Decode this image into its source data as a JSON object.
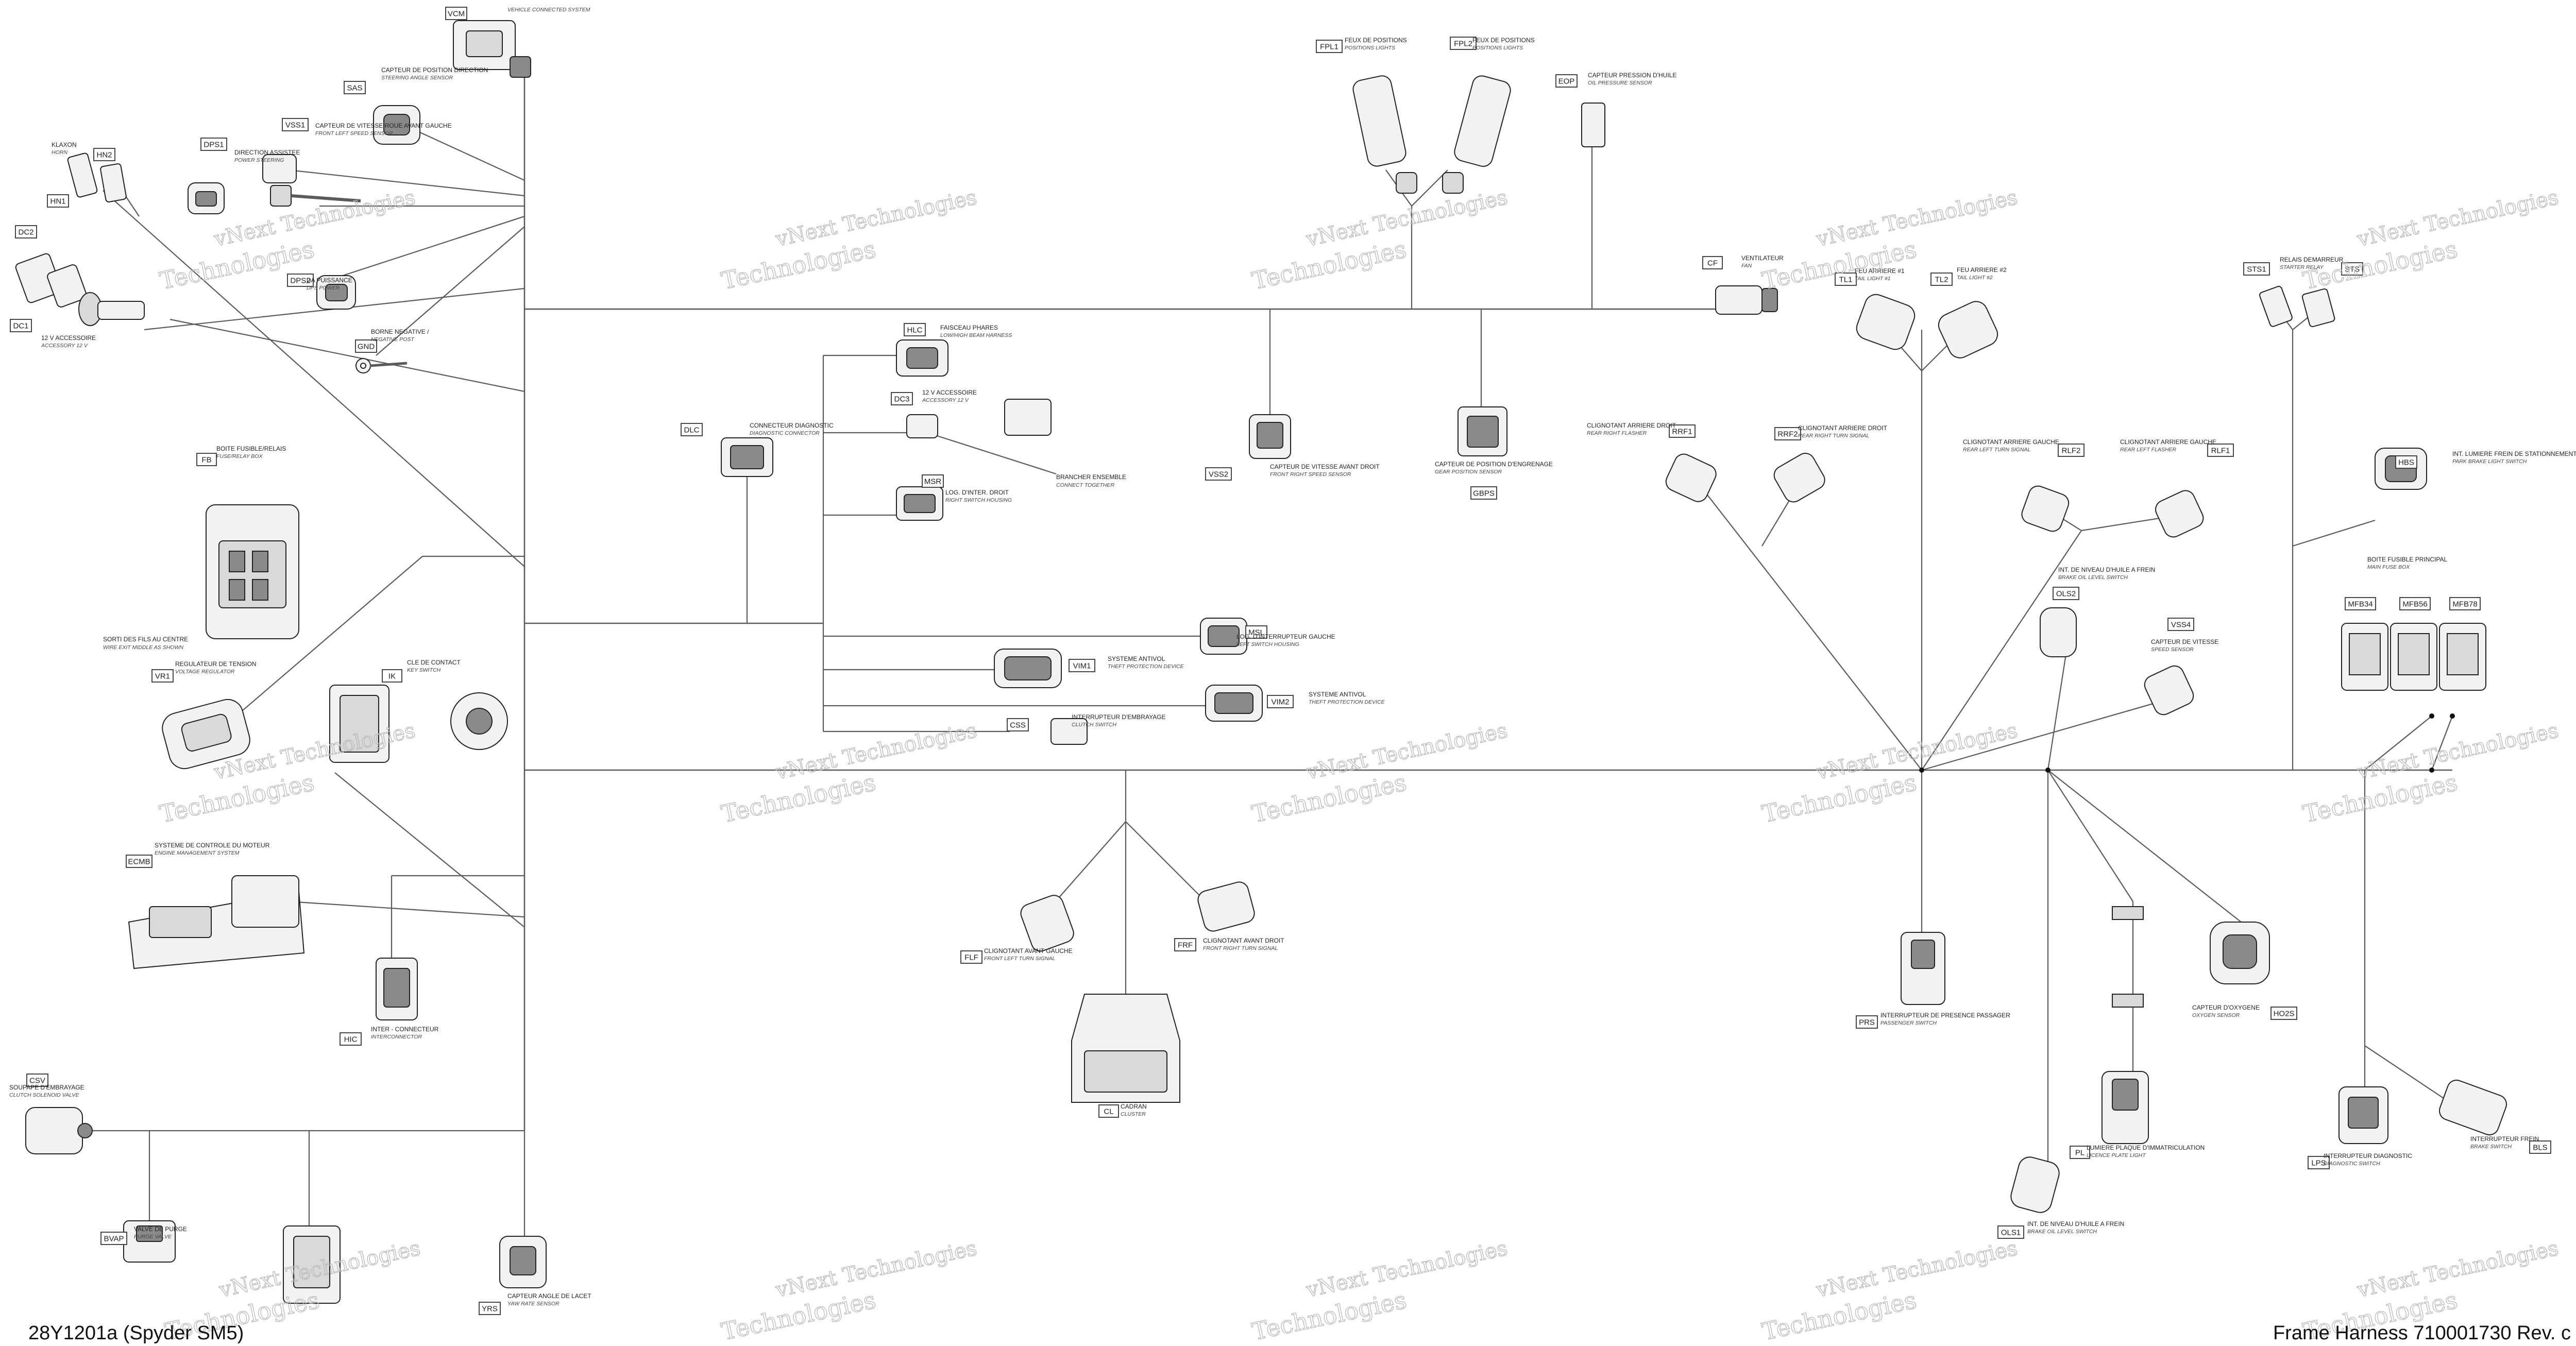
{
  "watermark": {
    "line1": "vNext Technologies",
    "line2": "Technologies"
  },
  "footer": {
    "left": "28Y1201a (Spyder SM5)",
    "right": "Frame Harness 710001730 Rev. c"
  },
  "components": [
    {
      "code": "VCM",
      "fr": "",
      "en": "VEHICLE CONNECTED SYSTEM"
    },
    {
      "code": "SAS",
      "fr": "CAPTEUR DE POSITION DIRECTION",
      "en": "STEERING ANGLE SENSOR"
    },
    {
      "code": "VSS1",
      "fr": "CAPTEUR DE VITESSE ROUE AVANT GAUCHE",
      "en": "FRONT LEFT SPEED SENSOR"
    },
    {
      "code": "DPS1",
      "fr": "DIRECTION ASSISTEE",
      "en": "POWER STEERING"
    },
    {
      "code": "DPS2",
      "fr": "DA PUISSANCE",
      "en": "DPS POWER"
    },
    {
      "code": "GND",
      "fr": "BORNE NEGATIVE /",
      "en": "NEGATIVE POST"
    },
    {
      "code": "HN1",
      "fr": "",
      "en": ""
    },
    {
      "code": "HN2",
      "fr": "KLAXON",
      "en": "HORN"
    },
    {
      "code": "DC2",
      "fr": "",
      "en": ""
    },
    {
      "code": "DC1",
      "fr": "12 V ACCESSOIRE",
      "en": "ACCESSORY 12 V"
    },
    {
      "code": "FB",
      "fr": "BOITE FUSIBLE/RELAIS",
      "en": "FUSE/RELAY BOX"
    },
    {
      "code": "VR1",
      "fr": "REGULATEUR DE TENSION",
      "en": "VOLTAGE REGULATOR"
    },
    {
      "code": "IK",
      "fr": "CLE DE CONTACT",
      "en": "KEY SWITCH"
    },
    {
      "code": "ECMB",
      "fr": "SYSTEME DE CONTROLE DU MOTEUR",
      "en": "ENGINE MANAGEMENT SYSTEM"
    },
    {
      "code": "HIC",
      "fr": "INTER - CONNECTEUR",
      "en": "INTERCONNECTOR"
    },
    {
      "code": "CSV",
      "fr": "SOUPAPE D'EMBRAYAGE",
      "en": "CLUTCH SOLENOID VALVE"
    },
    {
      "code": "BVAP",
      "fr": "VALVE DE PURGE",
      "en": "PURGE VALVE"
    },
    {
      "code": "YRS",
      "fr": "CAPTEUR ANGLE DE LACET",
      "en": "YAW RATE SENSOR"
    },
    {
      "code": "HLC",
      "fr": "FAISCEAU PHARES",
      "en": "LOW/HIGH BEAM HARNESS"
    },
    {
      "code": "DC3",
      "fr": "12 V ACCESSOIRE",
      "en": "ACCESSORY 12 V"
    },
    {
      "code": "DLC",
      "fr": "CONNECTEUR DIAGNOSTIC",
      "en": "DIAGNOSTIC CONNECTOR"
    },
    {
      "code": "MSR",
      "fr": "LOG. D'INTER. DROIT",
      "en": "RIGHT SWITCH HOUSING"
    },
    {
      "code": "MSL",
      "fr": "LOG. D'INTERRUPTEUR GAUCHE",
      "en": "LEFT SWITCH HOUSING"
    },
    {
      "code": "VIM1",
      "fr": "SYSTEME ANTIVOL",
      "en": "THEFT PROTECTION DEVICE"
    },
    {
      "code": "VIM2",
      "fr": "SYSTEME ANTIVOL",
      "en": "THEFT PROTECTION DEVICE"
    },
    {
      "code": "CSS",
      "fr": "INTERRUPTEUR D'EMBRAYAGE",
      "en": "CLUTCH SWITCH"
    },
    {
      "code": "FPL1",
      "fr": "FEUX DE POSITIONS",
      "en": "POSITIONS LIGHTS"
    },
    {
      "code": "FPL2",
      "fr": "FEUX DE POSITIONS",
      "en": "POSITIONS LIGHTS"
    },
    {
      "code": "EOP",
      "fr": "CAPTEUR PRESSION D'HUILE",
      "en": "OIL PRESSURE SENSOR"
    },
    {
      "code": "VSS2",
      "fr": "CAPTEUR DE VITESSE AVANT DROIT",
      "en": "FRONT RIGHT SPEED SENSOR"
    },
    {
      "code": "GBPS",
      "fr": "CAPTEUR DE POSITION D'ENGRENAGE",
      "en": "GEAR POSITION SENSOR"
    },
    {
      "code": "CF",
      "fr": "VENTILATEUR",
      "en": "FAN"
    },
    {
      "code": "FLF",
      "fr": "CLIGNOTANT AVANT GAUCHE",
      "en": "FRONT LEFT TURN SIGNAL"
    },
    {
      "code": "FRF",
      "fr": "CLIGNOTANT AVANT DROIT",
      "en": "FRONT RIGHT TURN SIGNAL"
    },
    {
      "code": "CL",
      "fr": "CADRAN",
      "en": "CLUSTER"
    },
    {
      "code": "TL1",
      "fr": "FEU ARRIERE #1",
      "en": "TAIL LIGHT #1"
    },
    {
      "code": "TL2",
      "fr": "FEU ARRIERE #2",
      "en": "TAIL LIGHT #2"
    },
    {
      "code": "RRF1",
      "fr": "CLIGNOTANT ARRIERE DROIT",
      "en": "REAR RIGHT FLASHER"
    },
    {
      "code": "RRF2",
      "fr": "CLIGNOTANT ARRIERE DROIT",
      "en": "REAR RIGHT TURN SIGNAL"
    },
    {
      "code": "RLF2",
      "fr": "CLIGNOTANT ARRIERE GAUCHE",
      "en": "REAR LEFT TURN SIGNAL"
    },
    {
      "code": "RLF1",
      "fr": "CLIGNOTANT ARRIERE GAUCHE",
      "en": "REAR LEFT FLASHER"
    },
    {
      "code": "OLS2",
      "fr": "INT. DE NIVEAU D'HUILE A FREIN",
      "en": "BRAKE OIL LEVEL SWITCH"
    },
    {
      "code": "VSS4",
      "fr": "CAPTEUR DE VITESSE",
      "en": "SPEED SENSOR"
    },
    {
      "code": "PRS",
      "fr": "INTERRUPTEUR DE PRESENCE PASSAGER",
      "en": "PASSENGER SWITCH"
    },
    {
      "code": "PL",
      "fr": "LUMIERE PLAQUE D'IMMATRICULATION",
      "en": "LICENCE PLATE LIGHT"
    },
    {
      "code": "OLS1",
      "fr": "INT. DE NIVEAU D'HUILE A FREIN",
      "en": "BRAKE OIL LEVEL SWITCH"
    },
    {
      "code": "HO2S",
      "fr": "CAPTEUR D'OXYGENE",
      "en": "OXYGEN SENSOR"
    },
    {
      "code": "STS1",
      "fr": "RELAIS DEMARREUR",
      "en": "STARTER RELAY"
    },
    {
      "code": "STS",
      "fr": "",
      "en": ""
    },
    {
      "code": "HBS",
      "fr": "INT. LUMIERE FREIN DE STATIONNEMENT",
      "en": "PARK BRAKE LIGHT SWITCH"
    },
    {
      "code": "MFB34",
      "fr": "BOITE FUSIBLE PRINCIPAL",
      "en": "MAIN FUSE BOX"
    },
    {
      "code": "MFB56",
      "fr": "",
      "en": ""
    },
    {
      "code": "MFB78",
      "fr": "",
      "en": ""
    },
    {
      "code": "LPS",
      "fr": "INTERRUPTEUR DIAGNOSTIC",
      "en": "DIAGNOSTIC SWITCH"
    },
    {
      "code": "BLS",
      "fr": "INTERRUPTEUR FREIN",
      "en": "BRAKE SWITCH"
    }
  ],
  "notes": [
    {
      "id": "wire-note",
      "fr": "SORTI DES FILS AU CENTRE",
      "en": "WIRE EXIT MIDDLE AS SHOWN"
    },
    {
      "id": "brancher-note",
      "fr": "BRANCHER ENSEMBLE",
      "en": "CONNECT TOGETHER"
    }
  ],
  "colors": {
    "wire": "#5a5a5a",
    "connector_fill": "#f2f2f2",
    "connector_dark": "#8a8a8a",
    "watermark": "#b9b9b9"
  }
}
